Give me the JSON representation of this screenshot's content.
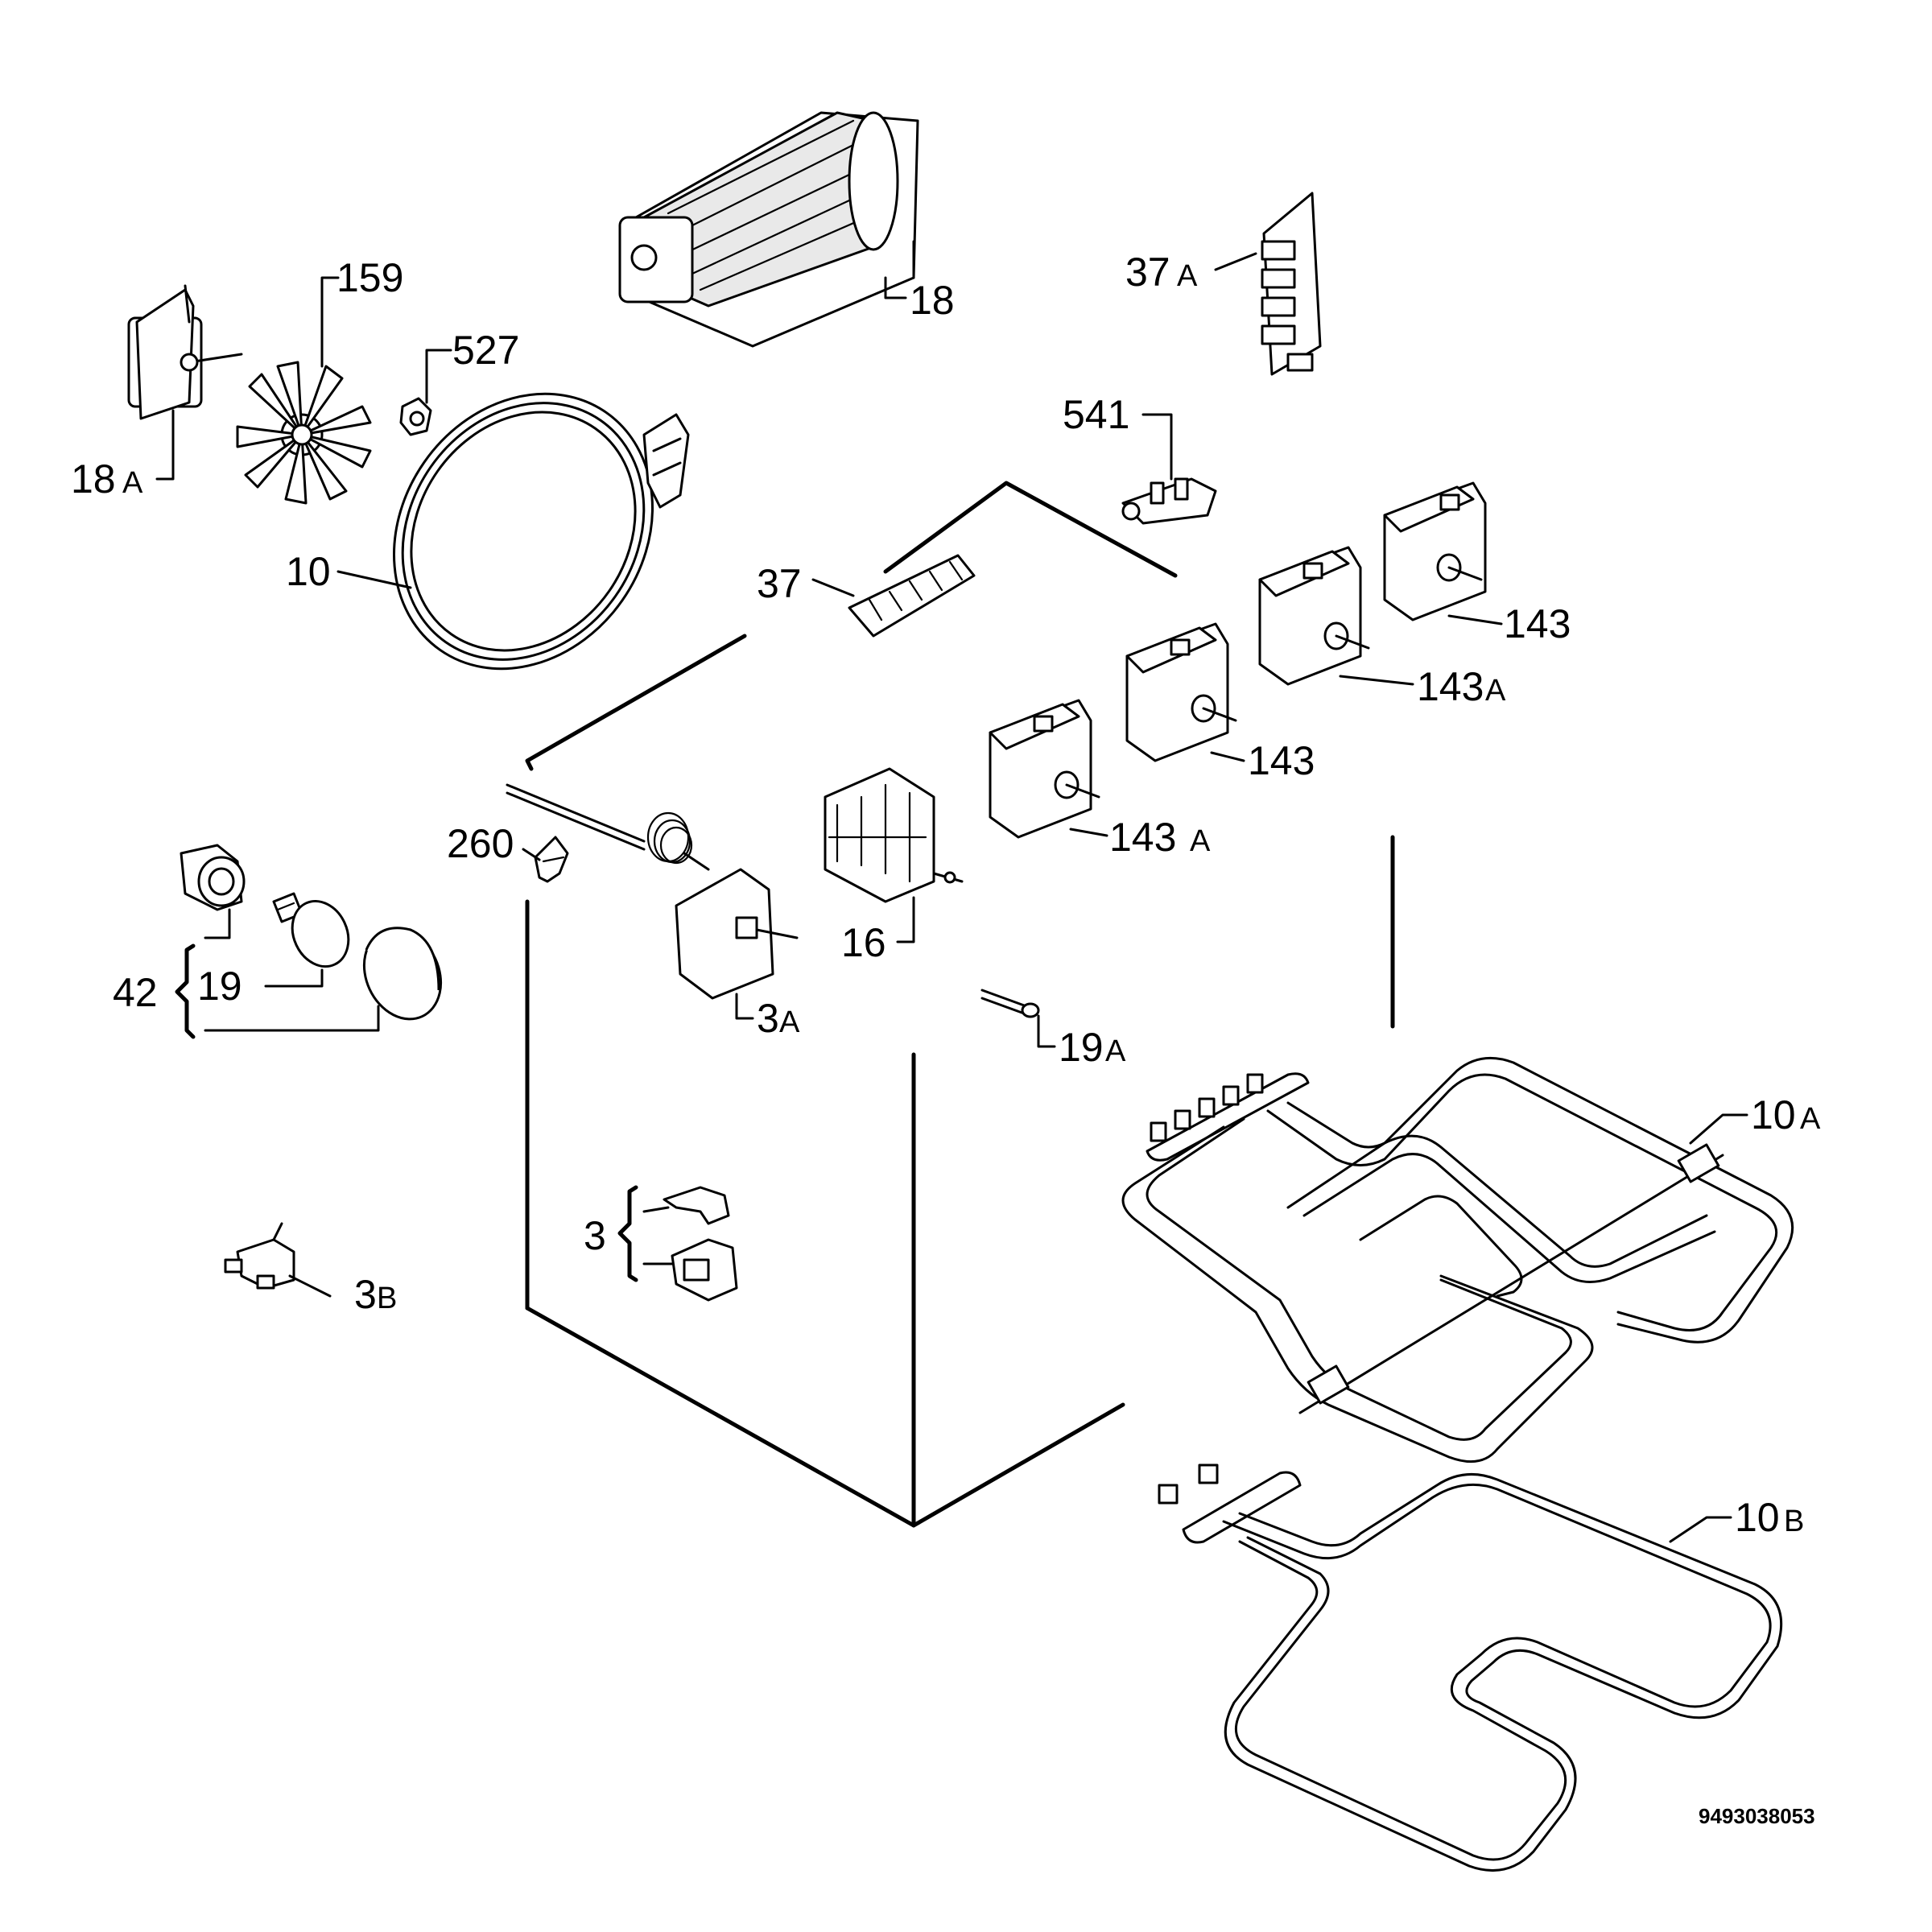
{
  "drawing_number": "9493038053",
  "labels": {
    "p18": "18",
    "p18a": "18A",
    "p159": "159",
    "p527": "527",
    "p10": "10",
    "p37a": "37A",
    "p541": "541",
    "p37": "37",
    "p143_top": "143",
    "p143a_top": "143A",
    "p143_mid": "143",
    "p143a_low": "143A",
    "p260": "260",
    "p16": "16",
    "p3a": "3A",
    "p42": "42",
    "p19": "19",
    "p19a": "19A",
    "p10a": "10A",
    "p10b": "10B",
    "p3": "3",
    "p3b": "3B"
  }
}
